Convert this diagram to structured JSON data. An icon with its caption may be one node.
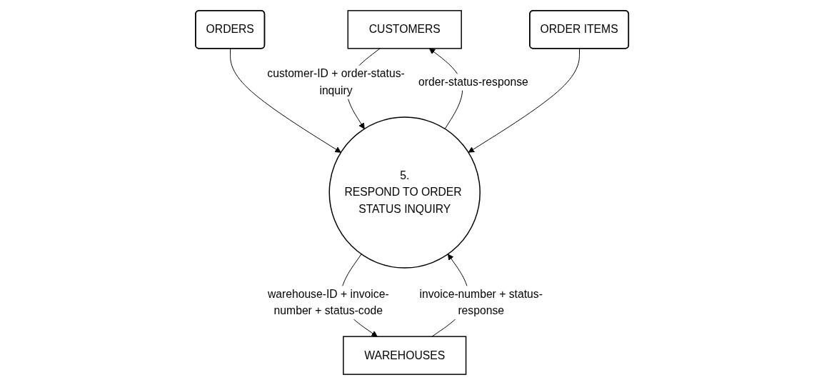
{
  "diagram": {
    "nodes": [
      {
        "text": [
          "CUSTOMERS"
        ]
      },
      {
        "text": [
          "WAREHOUSES"
        ]
      },
      {
        "text": [
          "5.",
          "RESPOND TO ORDER STATUS INQUIRY"
        ]
      },
      {
        "text": [
          "ORDERS"
        ]
      },
      {
        "text": [
          "ORDER ITEMS"
        ]
      }
    ],
    "edges": [
      {
        "from": 2,
        "to": 0,
        "arrow": "to",
        "label": "order-status-response"
      },
      {
        "from": 2,
        "to": 1,
        "arrow": "to",
        "label": "warehouse-ID + invoice-number + status-code"
      },
      {
        "from": 0,
        "to": 2,
        "arrow": "to",
        "label": "customer-ID + order-status-inquiry"
      },
      {
        "from": 1,
        "to": 2,
        "arrow": "to",
        "label": "invoice-number + status-response"
      },
      {
        "from": 3,
        "to": 2,
        "arrow": "to"
      },
      {
        "from": 4,
        "to": 2,
        "arrow": "to"
      }
    ]
  }
}
